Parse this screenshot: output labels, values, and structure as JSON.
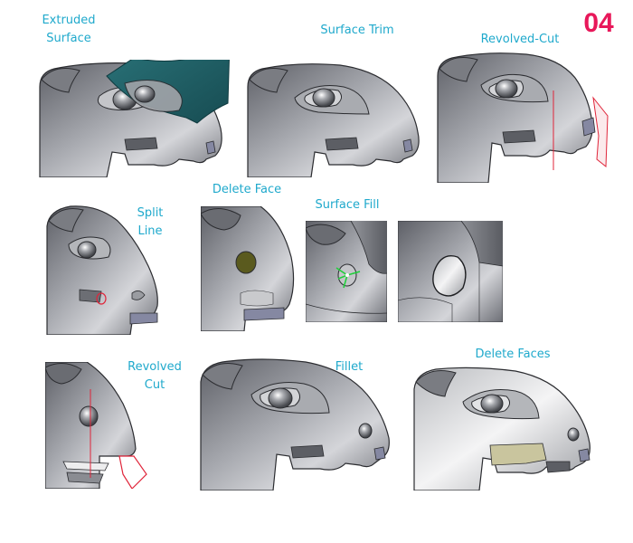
{
  "page_number": "04",
  "steps": [
    {
      "id": "extruded_surface",
      "label_lines": [
        "Extruded",
        "Surface"
      ]
    },
    {
      "id": "surface_trim",
      "label_lines": [
        "Surface Trim"
      ]
    },
    {
      "id": "revolved_cut_1",
      "label_lines": [
        "Revolved-Cut"
      ]
    },
    {
      "id": "split_line",
      "label_lines": [
        "Split",
        "Line"
      ]
    },
    {
      "id": "delete_face",
      "label_lines": [
        "Delete Face"
      ]
    },
    {
      "id": "surface_fill",
      "label_lines": [
        "Surface Fill"
      ]
    },
    {
      "id": "revolved_cut_2",
      "label_lines": [
        "Revolved",
        "Cut"
      ]
    },
    {
      "id": "fillet",
      "label_lines": [
        "Fillet"
      ]
    },
    {
      "id": "delete_faces",
      "label_lines": [
        "Delete Faces"
      ]
    }
  ],
  "colors": {
    "label": "#1fa9cc",
    "page_number": "#e8185a",
    "model_gray": "#8d8f95",
    "model_light": "#e9e9ea",
    "surface_teal": "#1f5f66",
    "cut_red": "#e0253a",
    "fill_green": "#1fcf3a",
    "patch_olive": "#5a5a1e",
    "patch_tan": "#c9c59e"
  }
}
